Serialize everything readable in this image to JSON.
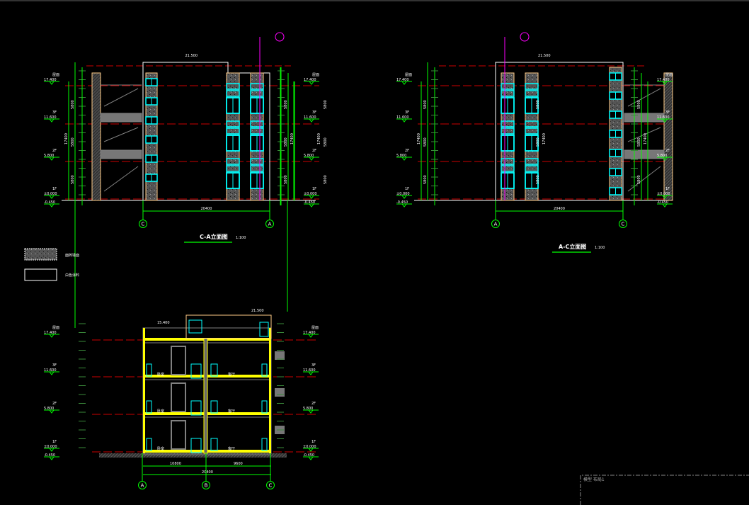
{
  "drawings": {
    "elevation_ca": {
      "title": "C-A立面图",
      "scale": "1:100",
      "axes": [
        "C",
        "A"
      ],
      "total_dim": "20400",
      "roof_level": "21.500"
    },
    "elevation_ac": {
      "title": "A-C立面图",
      "scale": "1:100",
      "axes": [
        "A",
        "C"
      ],
      "total_dim": "20400",
      "roof_level": "21.500"
    },
    "section": {
      "axes": [
        "A",
        "B",
        "C"
      ],
      "dims": [
        "10800",
        "9600"
      ],
      "total_dim": "20400",
      "roof_level": "21.500",
      "stair_roof_level": "15.400",
      "room_labels": [
        "卧室",
        "客厅"
      ]
    }
  },
  "levels": [
    "17.400",
    "11.600",
    "5.800",
    "±0.000",
    "-0.450"
  ],
  "level_marks": [
    "屋面",
    "3F",
    "2F",
    "1F"
  ],
  "floor_dims": [
    "5800",
    "5800",
    "5800"
  ],
  "overall_height": "17400",
  "legend": [
    {
      "label": "面砖墙面",
      "style": "hatched"
    },
    {
      "label": "白色涂料",
      "style": "outline"
    }
  ],
  "layout_tabs": "模型 布局1",
  "colors": {
    "green": "#00ff00",
    "cyan": "#00ffff",
    "yellow": "#ffff00",
    "red": "#cc0000",
    "magenta": "#ff00ff",
    "gray": "#808080",
    "tan": "#ffcc88"
  }
}
